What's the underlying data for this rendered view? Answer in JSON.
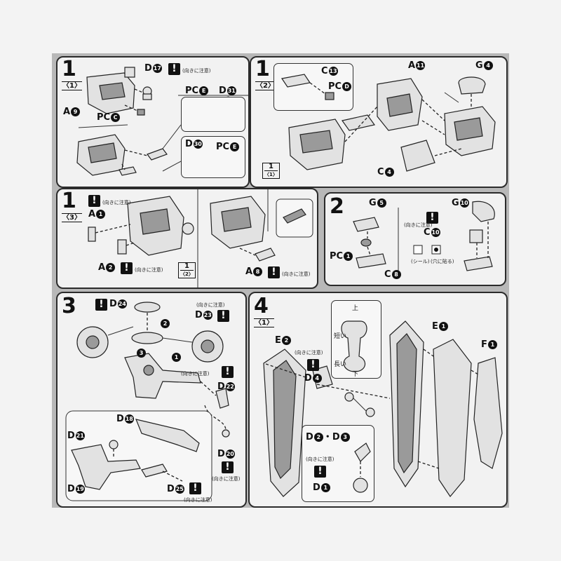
{
  "step1_1": {
    "step": "1",
    "sub": "〈1〉",
    "labels": {
      "d17": "D",
      "d17_num": "17",
      "d17_note": "(向きに注意)",
      "a9": "A",
      "a9_num": "9",
      "pcc": "PC",
      "pcc_num": "C",
      "pce1": "PC",
      "pce1_num": "E",
      "d31": "D",
      "d31_num": "31",
      "d30": "D",
      "d30_num": "30",
      "pce2": "PC",
      "pce2_num": "E"
    }
  },
  "step1_2": {
    "step": "1",
    "sub": "〈2〉",
    "labels": {
      "c13": "C",
      "c13_num": "13",
      "pcd": "PC",
      "pcd_num": "D",
      "a11": "A",
      "a11_num": "11",
      "g4": "G",
      "g4_num": "4",
      "c4": "C",
      "c4_num": "4",
      "ref_top": "1",
      "ref_bot": "〈1〉"
    }
  },
  "step1_3": {
    "step": "1",
    "sub": "〈3〉",
    "labels": {
      "a1_note": "(向きに注意)",
      "a1": "A",
      "a1_num": "1",
      "a2": "A",
      "a2_num": "2",
      "a2_note": "(向きに注意)",
      "a8": "A",
      "a8_num": "8",
      "a8_note": "(向きに注意)",
      "ref_top": "1",
      "ref_bot": "〈2〉"
    }
  },
  "step2": {
    "step": "2",
    "labels": {
      "g5": "G",
      "g5_num": "5",
      "g10": "G",
      "g10_num": "10",
      "c10_note": "(向きに注意)",
      "c10": "C",
      "c10_num": "10",
      "pc1": "PC",
      "pc1_num": "1",
      "c8": "C",
      "c8_num": "8",
      "seal": "(シール)",
      "seal_note": "(穴に貼る)"
    }
  },
  "step3": {
    "step": "3",
    "labels": {
      "d24": "D",
      "d24_num": "24",
      "d23_note": "(向きに注意)",
      "d23": "D",
      "d23_num": "23",
      "arrow1": "1",
      "arrow2": "2",
      "arrow3": "3",
      "d22_note": "(向きに注意)",
      "d22": "D",
      "d22_num": "22",
      "d18": "D",
      "d18_num": "18",
      "d21": "D",
      "d21_num": "21",
      "d20": "D",
      "d20_num": "20",
      "d20_note": "(向きに注意)",
      "d19": "D",
      "d19_num": "19",
      "d25": "D",
      "d25_num": "25",
      "d25_note": "(向きに注意)"
    }
  },
  "step4": {
    "step": "4",
    "sub": "〈1〉",
    "labels": {
      "e2": "E",
      "e2_num": "2",
      "d4_note": "(向きに注意)",
      "d4": "D",
      "d4_num": "4",
      "up": "上",
      "down": "下",
      "short": "短い",
      "long": "長い",
      "e1": "E",
      "e1_num": "1",
      "f1": "F",
      "f1_num": "1",
      "d2d3": "D",
      "d2_num": "2",
      "dot": "・",
      "d3": "D",
      "d3_num": "3",
      "d1_note": "(向きに注意)",
      "d1": "D",
      "d1_num": "1"
    }
  },
  "colors": {
    "ink": "#111111",
    "sheet": "#b8b8b8",
    "panel": "#f2f2f2",
    "part": "#e2e2e2"
  }
}
